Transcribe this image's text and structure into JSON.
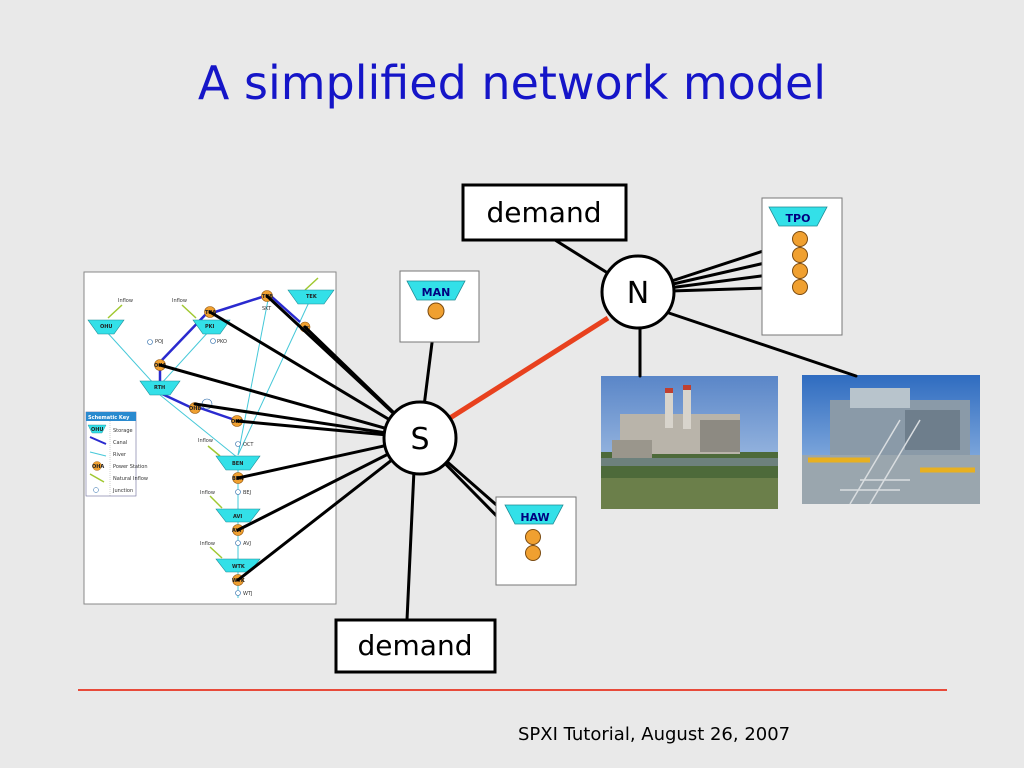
{
  "slide": {
    "title": "A simplified network model",
    "footer": "SPXI Tutorial, August 26, 2007"
  },
  "network": {
    "node_n": "N",
    "node_s": "S",
    "demand_top": "demand",
    "demand_bottom": "demand",
    "station_man": "MAN",
    "station_tpo": "TPO",
    "station_haw": "HAW"
  },
  "schematic": {
    "key_title": "Schematic Key",
    "key_items": [
      "Storage",
      "Canal",
      "River",
      "Power Station",
      "Natural Inflow",
      "Junction"
    ],
    "key_codes": [
      "OHU",
      "OHA"
    ],
    "reservoirs": [
      "OHU",
      "PKI",
      "RTH",
      "BEN",
      "AVI",
      "WTK",
      "TEK"
    ],
    "stations": [
      "TKA",
      "TKB",
      "OHA",
      "OHB",
      "OHC",
      "BEN",
      "AVI",
      "WTK"
    ],
    "junctions": [
      "POJ",
      "PKO",
      "OCT",
      "BEJ",
      "AVJ",
      "WTJ",
      "SKT",
      "LBT"
    ],
    "inflow_label": "Inflow"
  },
  "colors": {
    "title": "#1515c8",
    "link": "#000000",
    "interconnect": "#e8411e",
    "station": "#f0a030",
    "reservoir": "#33e0e8",
    "footer_rule": "#e84a3a"
  }
}
